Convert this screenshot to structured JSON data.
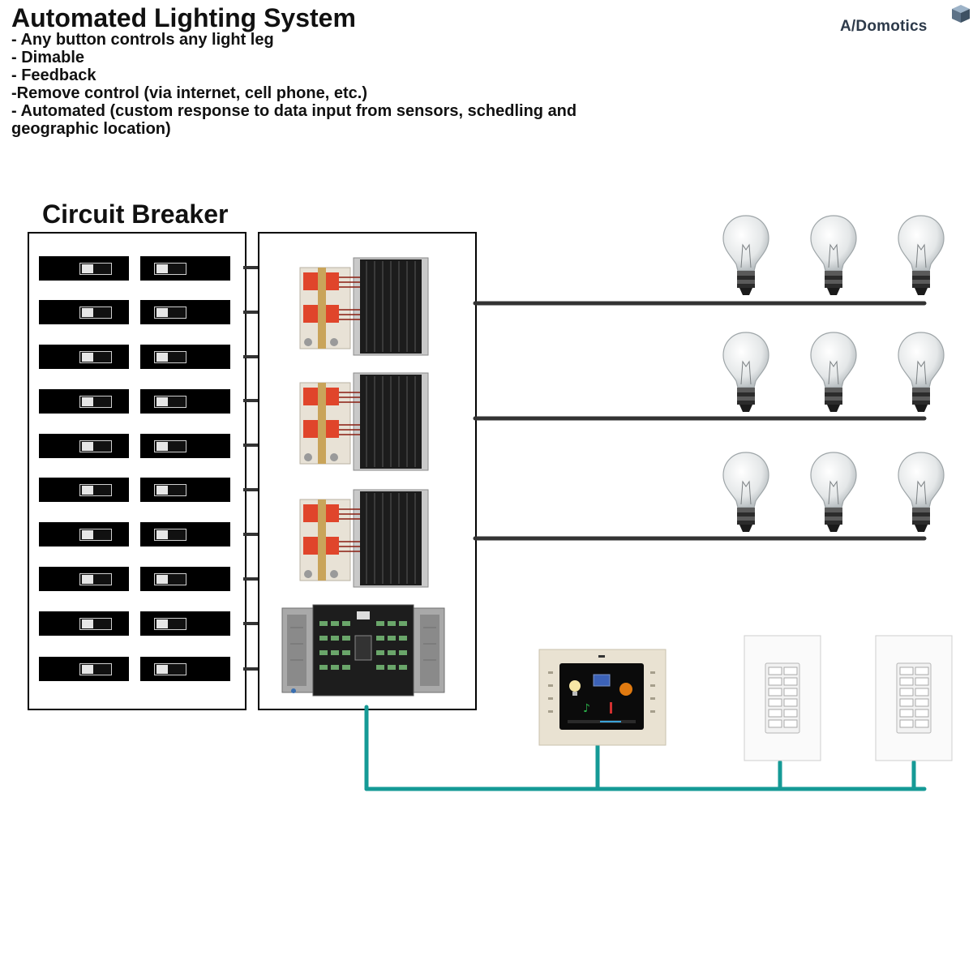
{
  "header": {
    "title": "Automated Lighting System",
    "bullets": [
      "- Any button controls any light leg",
      "- Dimable",
      "- Feedback",
      "-Remove control (via internet, cell phone, etc.)",
      "- Automated (custom response to data input from sensors, schedling and geographic location)"
    ]
  },
  "logo": {
    "text": "A/Domotics"
  },
  "panel": {
    "title": "Circuit Breaker"
  },
  "colors": {
    "wire_power": "#333333",
    "wire_network": "#159a96",
    "breaker": "#000000",
    "relay_red": "#e0452b",
    "heatsink": "#222222"
  },
  "icons": {
    "bulb": "light-bulb-icon",
    "keypad": "keypad-icon",
    "touchscreen": "touchscreen-icon",
    "logo_mark": "cube-icon"
  }
}
